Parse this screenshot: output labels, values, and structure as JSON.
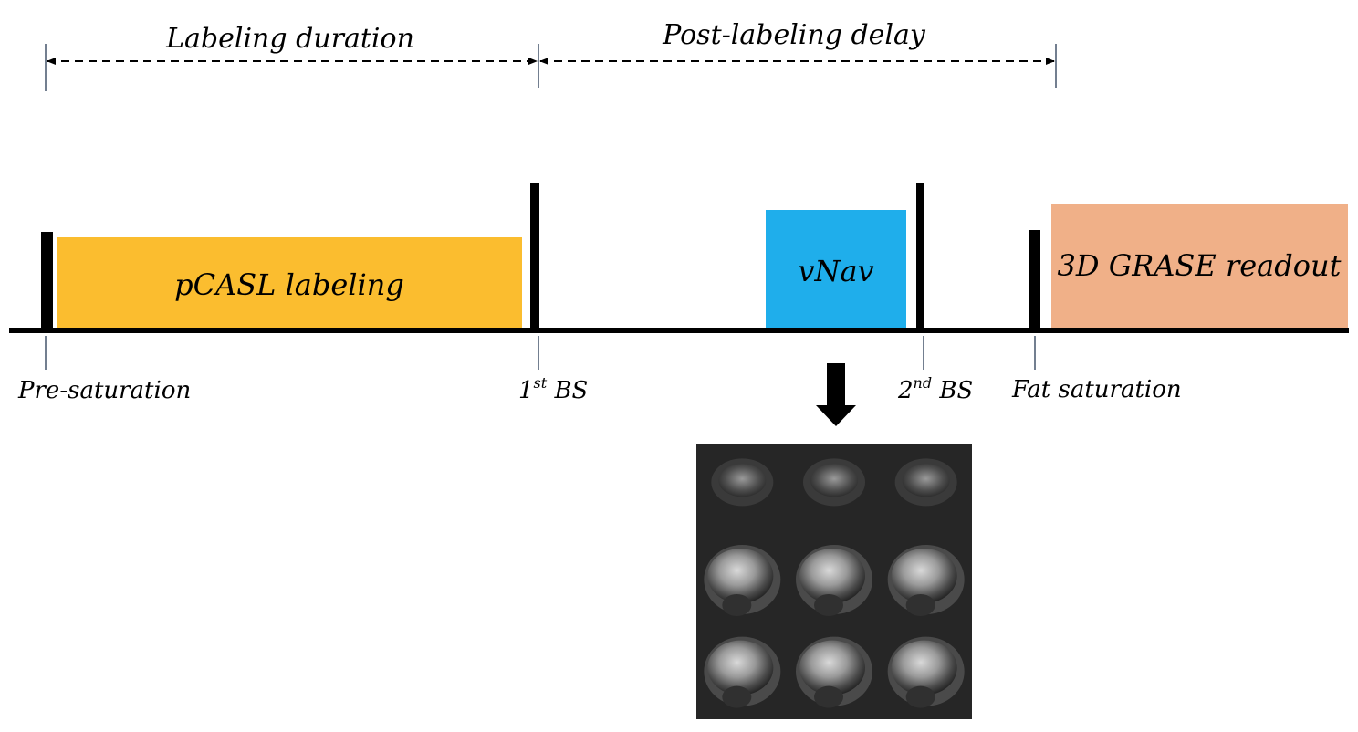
{
  "diagram": {
    "spans": {
      "labeling_duration": "Labeling duration",
      "post_labeling_delay": "Post-labeling delay"
    },
    "blocks": {
      "pcasl": {
        "label": "pCASL labeling",
        "color": "#FBBD2F"
      },
      "vnav": {
        "label": "vNav",
        "color": "#1FAEEB"
      },
      "readout": {
        "label": "3D GRASE readout",
        "color": "#F0B088"
      }
    },
    "events": {
      "presat": "Pre-saturation",
      "bs1_base": "1",
      "bs1_sup": "st",
      "bs1_rest": " BS",
      "bs2_base": "2",
      "bs2_sup": "nd",
      "bs2_rest": " BS",
      "fatsat": "Fat saturation"
    },
    "image_grid": {
      "rows": 3,
      "cols": 3,
      "background": "#262626"
    }
  }
}
